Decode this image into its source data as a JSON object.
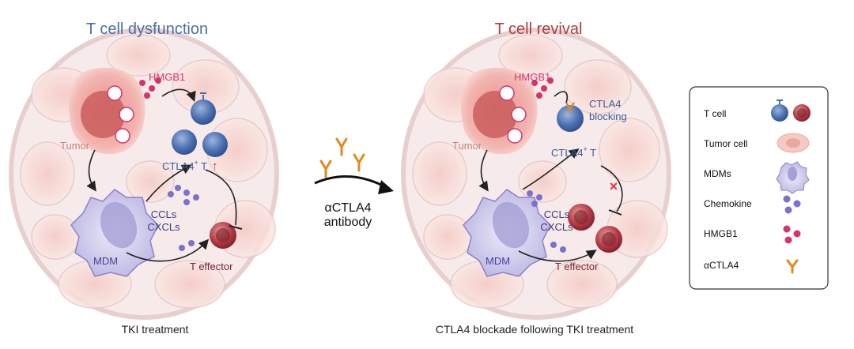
{
  "left_panel": {
    "title": "T cell dysfunction",
    "hmgb1": "HMGB1",
    "tumor": "Tumor",
    "ctla4_t": "CTLA4",
    "ctla4_sup": "+",
    "ctla4_suffix": " T",
    "up_arrow": "↑",
    "mdm": "MDM",
    "ccls": "CCLs",
    "cxcls": "CXCLs",
    "t_effector": "T effector",
    "caption": "TKI treatment"
  },
  "middle": {
    "line1": "αCTLA4",
    "line2": "antibody"
  },
  "right_panel": {
    "title": "T cell revival",
    "hmgb1": "HMGB1",
    "tumor": "Tumor",
    "ctla4_blocking_1": "CTLA4",
    "ctla4_blocking_2": "blocking",
    "ctla4_t": "CTLA4",
    "ctla4_sup": "+",
    "ctla4_suffix": " T",
    "mdm": "MDM",
    "ccls": "CCLs",
    "cxcls": "CXCLs",
    "t_effector": "T effector",
    "blocked_mark": "×",
    "caption": "CTLA4 blockade following TKI treatment"
  },
  "legend": {
    "items": [
      {
        "label": "T cell"
      },
      {
        "label": "Tumor cell"
      },
      {
        "label": "MDMs"
      },
      {
        "label": "Chemokine"
      },
      {
        "label": "HMGB1"
      },
      {
        "label": "αCTLA4"
      }
    ]
  },
  "colors": {
    "title_left": "#4a6fa5",
    "title_right": "#b23a3a",
    "hmgb1": "#d6336c",
    "tumor_label": "#c98474",
    "ctla4": "#3d5a99",
    "mdm_label": "#4b3f99",
    "chemokine_label": "#3d3a80",
    "t_effector": "#7a1f3a",
    "up_arrow": "#d62828",
    "blocked": "#e63946"
  }
}
